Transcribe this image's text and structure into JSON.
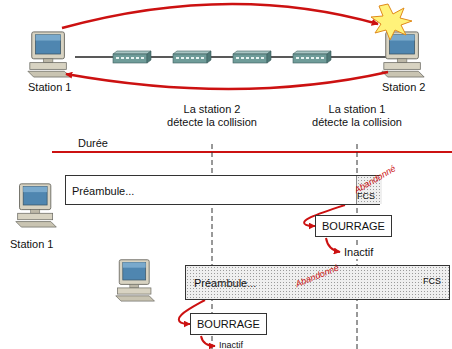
{
  "diagram": {
    "nodes": [
      {
        "text": [
          "Préambule...",
          "Abandonné",
          "FCS"
        ]
      },
      {
        "text": [
          "BOURRAGE"
        ]
      },
      {
        "text": [
          "Préambule...",
          "Abandonné",
          "FCS"
        ]
      },
      {
        "text": [
          "BOURRAGE"
        ]
      }
    ],
    "edges": [
      {
        "from": 0,
        "to": 1,
        "arrow": "to"
      },
      {
        "from": 2,
        "to": 3,
        "arrow": "to"
      }
    ],
    "labels": [
      "Station 1",
      "Station 2",
      "La station 2 détecte la collision",
      "La station 1 détecte la collision",
      "Durée",
      "Station 1",
      "Inactif",
      "Inactif"
    ]
  }
}
